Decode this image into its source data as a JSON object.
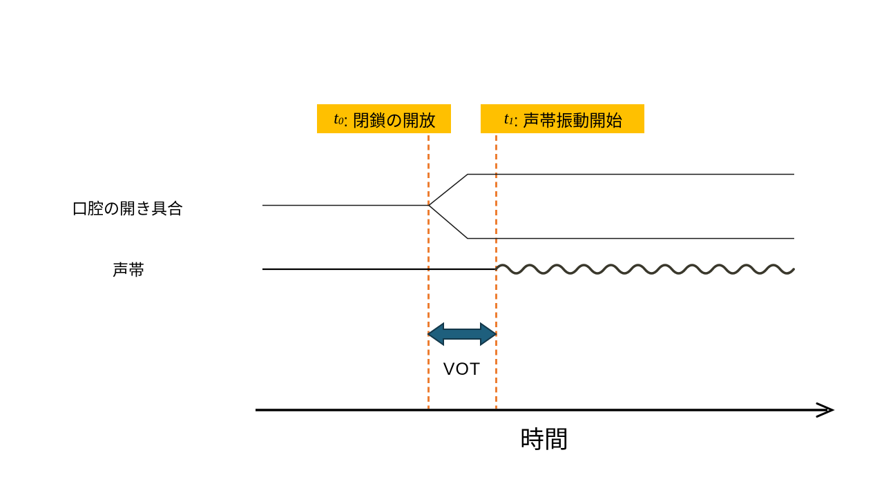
{
  "diagram": {
    "title_hint": "VOT (voice onset time) timing diagram",
    "markers": [
      {
        "symbol": "t",
        "subscript": "0",
        "description": ": 閉鎖の開放"
      },
      {
        "symbol": "t",
        "subscript": "1",
        "description": ": 声帯振動開始"
      }
    ],
    "rows": [
      {
        "label": "口腔の開き具合"
      },
      {
        "label": "声帯"
      }
    ],
    "interval": {
      "label": "VOT"
    },
    "axis": {
      "label": "時間"
    },
    "colors": {
      "marker_highlight": "#FFC000",
      "dashed_line": "#ED7D31",
      "vot_arrow_fill": "#1E5F7D",
      "vot_arrow_outline": "#133749",
      "vibration_wave": "#3A382C",
      "trace_line": "#1a1a1a",
      "axis_line": "#000000"
    }
  }
}
